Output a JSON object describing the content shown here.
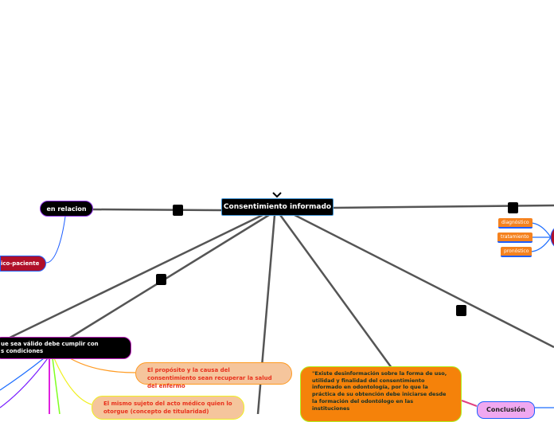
{
  "central": {
    "title": "Consentimiento informado"
  },
  "nodes": {
    "en_relacion": "en relacion",
    "medico_paciente": "ico-paciente",
    "condiciones": "ue sea válido debe cumplir con\ns condiciones",
    "proposito": "El propósito y la causa del consentimiento sean recuperar la salud del enfermo",
    "sujeto": "El mismo sujeto del acto médico quien lo otorgue (concepto de titularidad)",
    "cita": "\"Existe desinformación sobre la forma de uso, utilidad y finalidad del consentimiento informado en odontología, por lo que la práctica de su obtención debe iniciarse desde la formación del odontólogo en las instituciones",
    "conclusion": "Conclusión"
  },
  "tags": [
    "diagnóstico",
    "tratamiento",
    "pronóstico"
  ],
  "colors": {
    "line": "#555555",
    "orange": "#f5821f",
    "peach": "#f5c59c",
    "crimson": "#b0102a",
    "conclusion": "#f0a8f0"
  }
}
